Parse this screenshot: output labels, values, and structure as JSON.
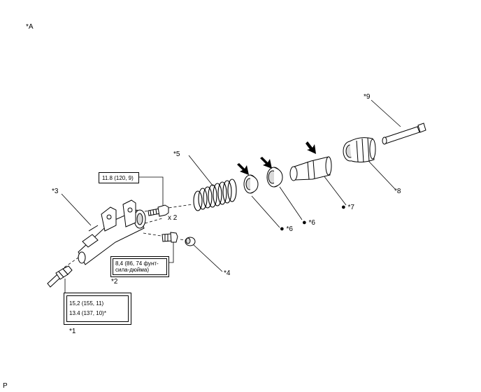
{
  "corner_label": "*A",
  "footer_label": "P",
  "callouts": {
    "c1": "*1",
    "c2": "*2",
    "c3": "*3",
    "c4": "*4",
    "c5": "*5",
    "c6a": "*6",
    "c6b": "*6",
    "c7": "*7",
    "c8": "*8",
    "c9": "*9"
  },
  "dot_symbol": "●",
  "quantity_label": "x 2",
  "torque": {
    "bolt": "11.8 (120, 9)",
    "bleeder_line1": "8,4 (86, 74 фунт-",
    "bleeder_line2": "сила-дюйма)",
    "tube_line1": "15,2 (155, 11)",
    "tube_line2": "13.4 (137, 10)*"
  },
  "colors": {
    "line": "#000000",
    "part_fill": "#ffffff",
    "shade": "#d9d9d9"
  }
}
